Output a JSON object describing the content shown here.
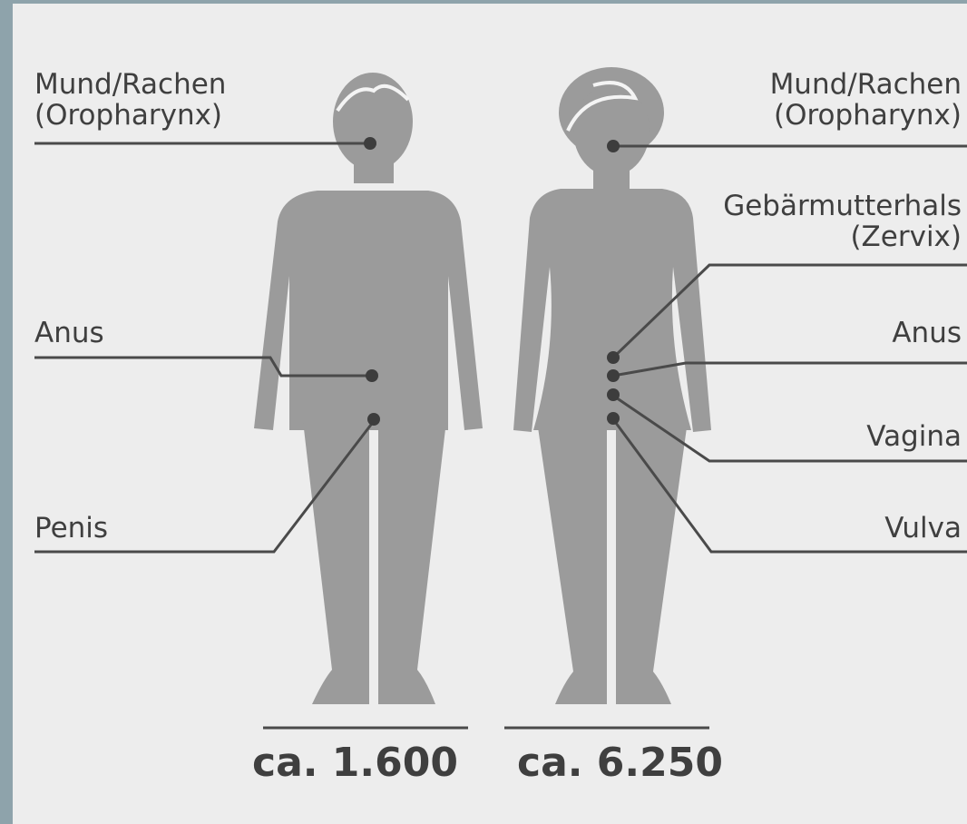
{
  "colors": {
    "background": "#ededed",
    "frame": "#8ea3ab",
    "figure": "#9b9b9b",
    "line": "#4a4a4a",
    "text": "#3f3f3f"
  },
  "male": {
    "labels": {
      "oropharynx": [
        "Mund/Rachen",
        "(Oropharynx)"
      ],
      "anus": "Anus",
      "penis": "Penis"
    },
    "total": "ca. 1.600"
  },
  "female": {
    "labels": {
      "oropharynx": [
        "Mund/Rachen",
        "(Oropharynx)"
      ],
      "cervix": [
        "Gebärmutterhals",
        "(Zervix)"
      ],
      "anus": "Anus",
      "vagina": "Vagina",
      "vulva": "Vulva"
    },
    "total": "ca. 6.250"
  }
}
